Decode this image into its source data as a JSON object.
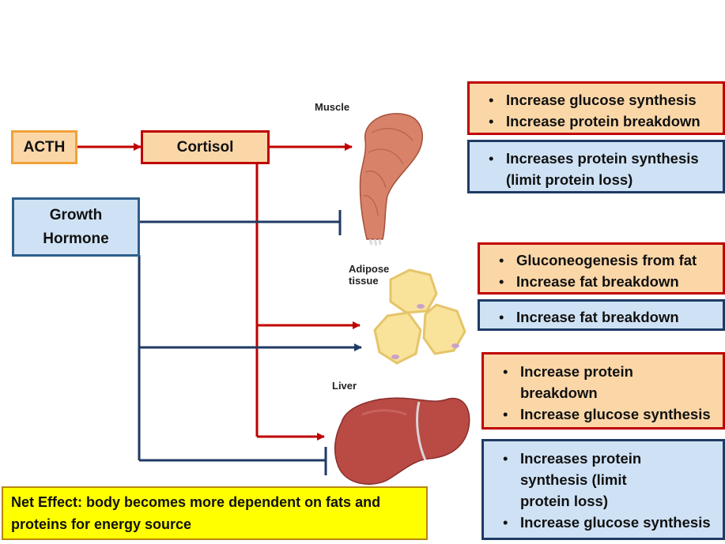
{
  "nodes": {
    "acth": "ACTH",
    "cortisol": "Cortisol",
    "growth_hormone": "Growth Hormone"
  },
  "organs": {
    "muscle": "Muscle",
    "adipose": "Adipose tissue",
    "liver": "Liver"
  },
  "effects": {
    "muscle_cortisol": [
      "Increase glucose synthesis",
      "Increase protein breakdown"
    ],
    "muscle_gh": [
      "Increases protein synthesis (limit protein loss)"
    ],
    "adipose_cortisol": [
      "Gluconeogenesis from fat",
      "Increase fat breakdown"
    ],
    "adipose_gh": [
      "Increase fat breakdown"
    ],
    "liver_cortisol": [
      "Increase protein breakdown",
      "Increase glucose synthesis"
    ],
    "liver_gh": [
      "Increases protein synthesis (limit protein loss)",
      "Increase glucose synthesis"
    ]
  },
  "net_effect": "Net Effect: body becomes more dependent on fats and proteins for energy source",
  "colors": {
    "cortisol_red": "#c00000",
    "gh_navy": "#1f3a64",
    "orange_fill": "#fbd7a8",
    "blue_fill": "#cfe2f5",
    "net_yellow": "#ffff00"
  }
}
